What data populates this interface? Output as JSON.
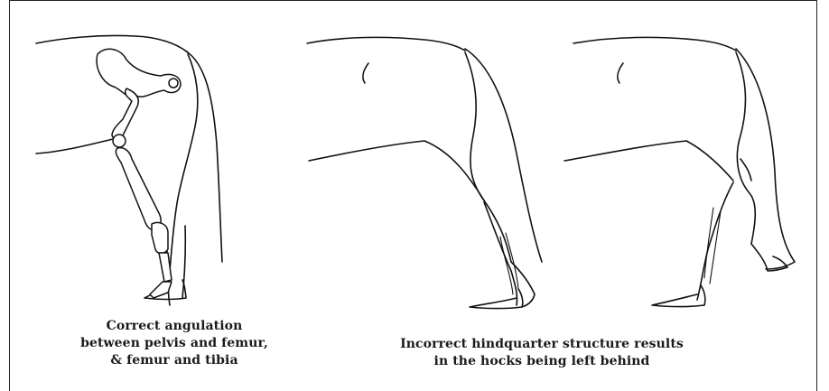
{
  "figure": {
    "captions": {
      "left": {
        "line1": "Correct angulation",
        "line2": "between pelvis and femur,",
        "line3": "& femur and tibia"
      },
      "right": {
        "line1": "Incorrect hindquarter structure results",
        "line2": "in the hocks being left behind"
      }
    },
    "colors": {
      "ink": "#111111",
      "paper": "#ffffff"
    }
  }
}
